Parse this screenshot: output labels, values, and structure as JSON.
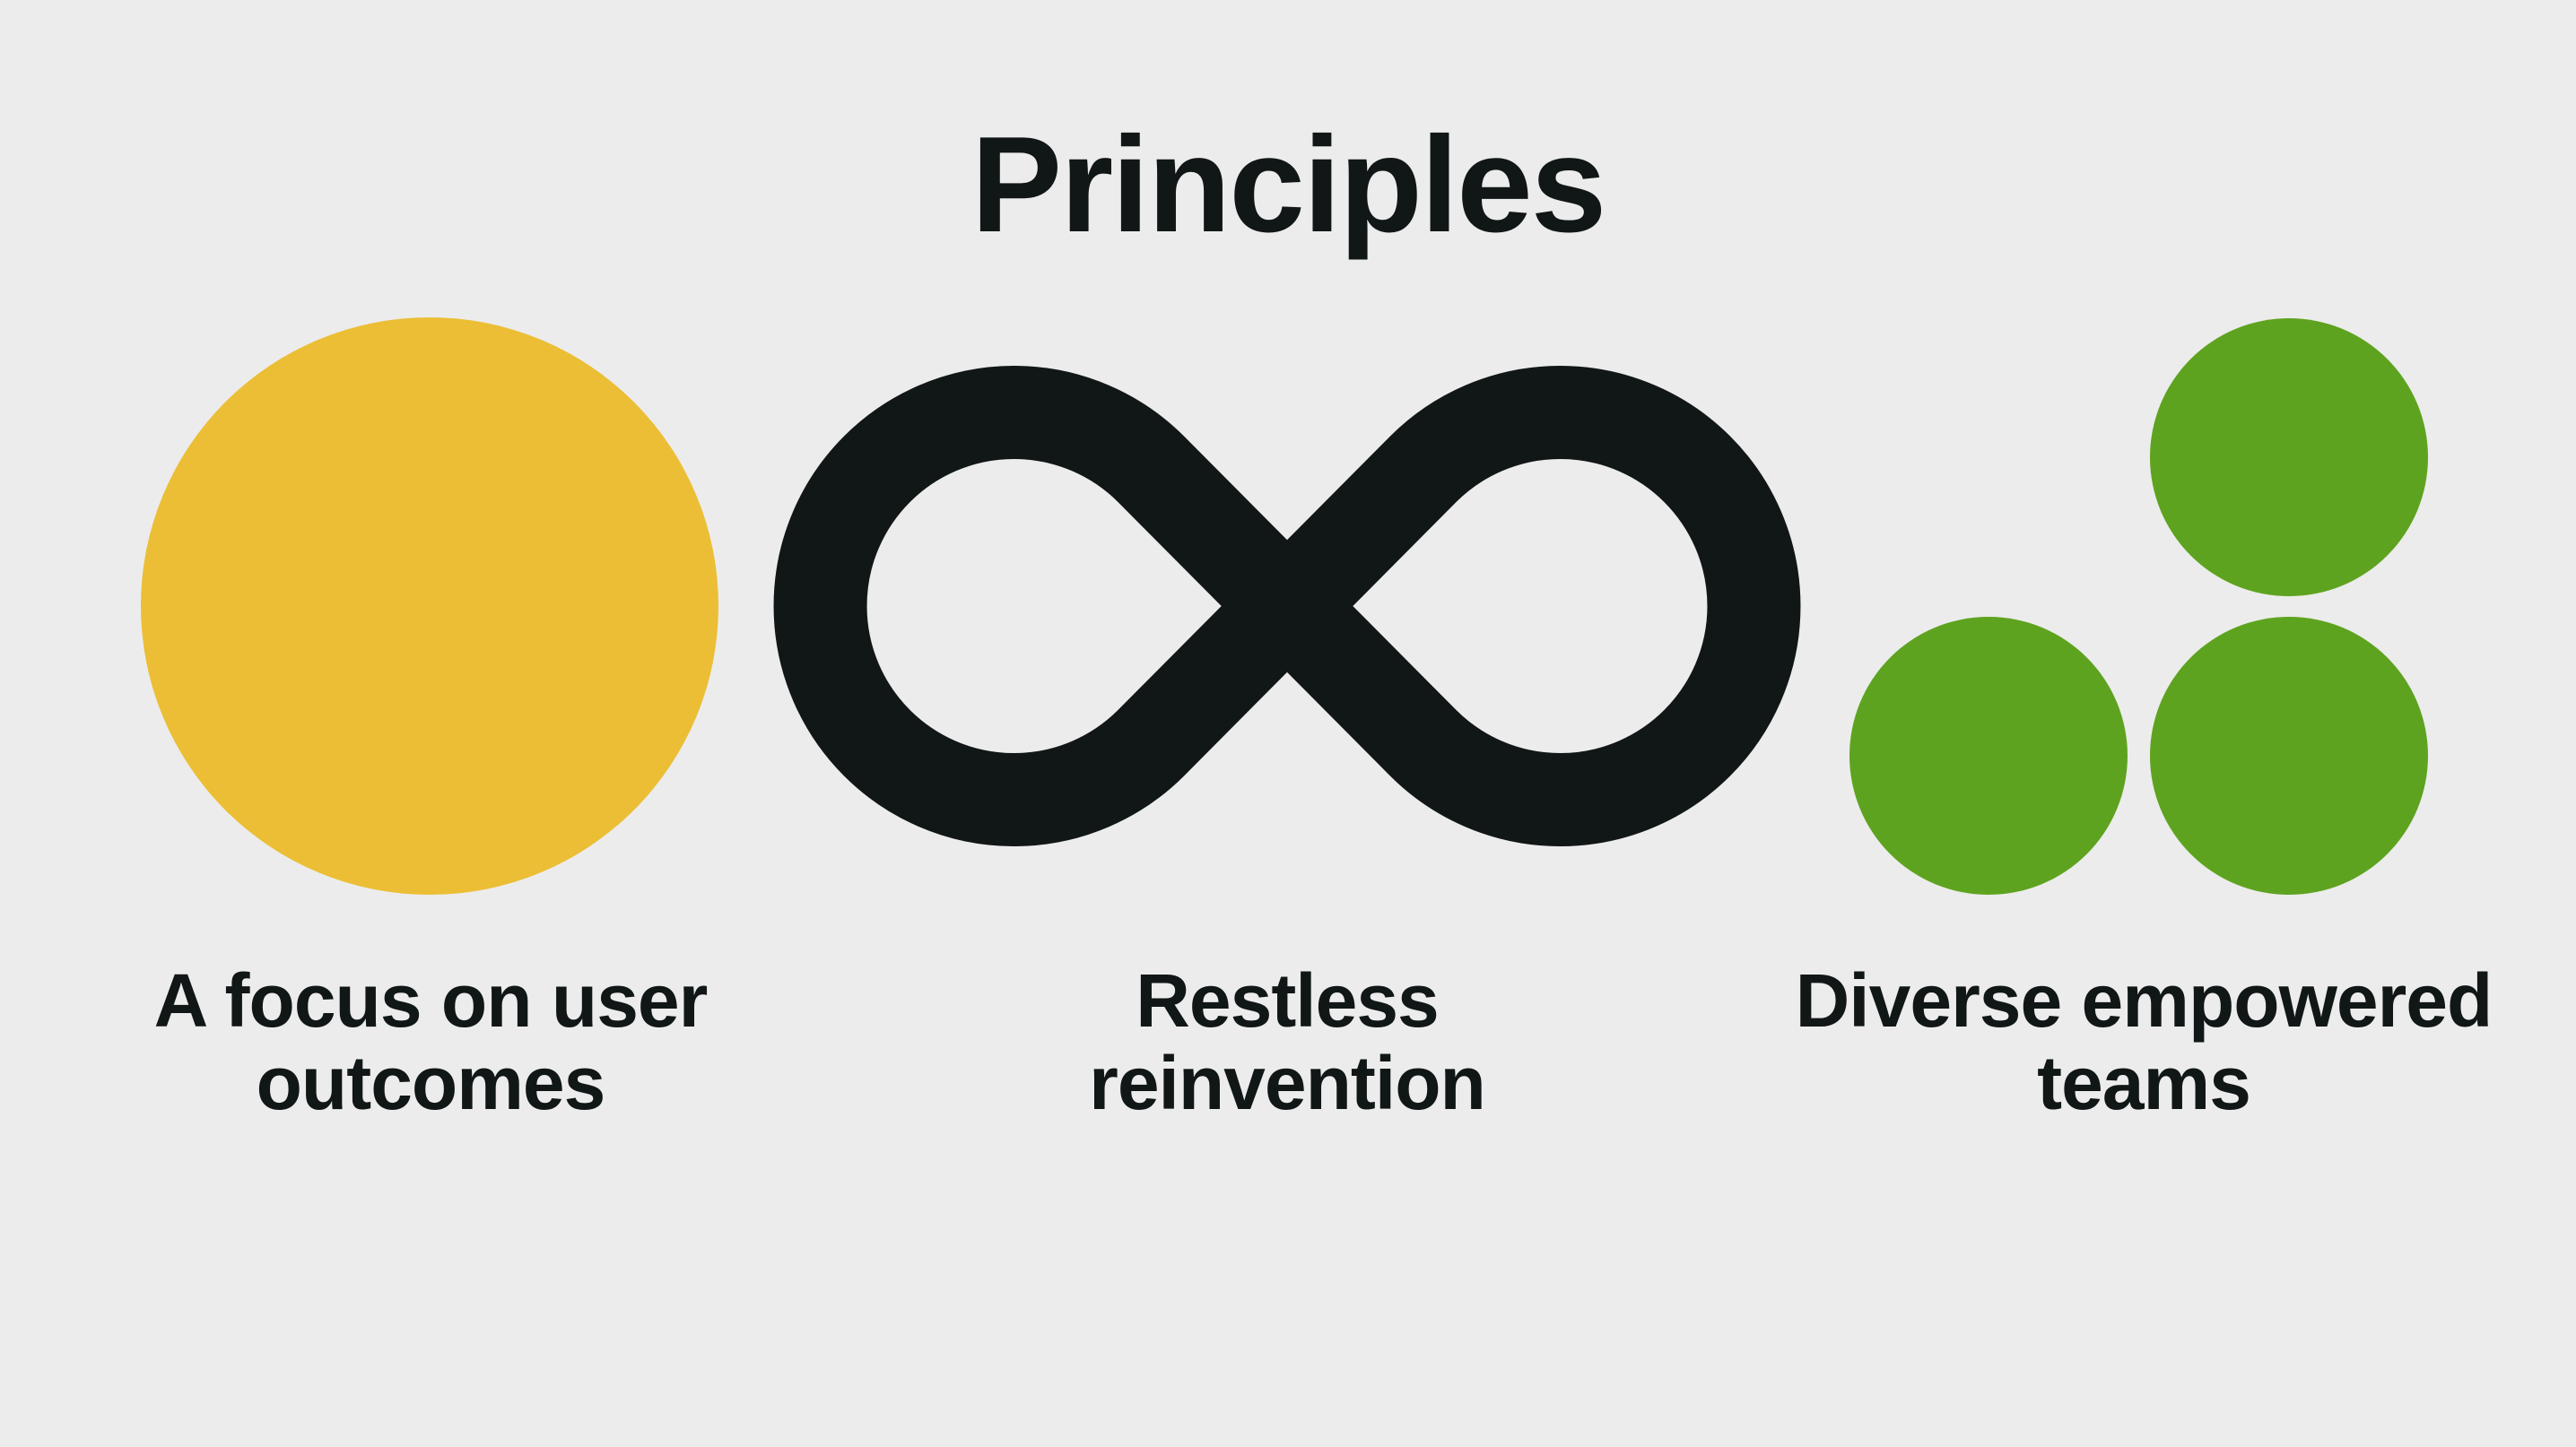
{
  "title": "Principles",
  "colors": {
    "background": "#ececec",
    "text": "#111716",
    "circle": "#ebbe35",
    "infinity": "#111716",
    "teams": "#5ea31f"
  },
  "principles": [
    {
      "icon": "circle-icon",
      "label_line1": "A focus on user",
      "label_line2": "outcomes"
    },
    {
      "icon": "infinity-icon",
      "label_line1": "Restless",
      "label_line2": "reinvention"
    },
    {
      "icon": "three-circles-icon",
      "label_line1": "Diverse empowered",
      "label_line2": "teams"
    }
  ]
}
